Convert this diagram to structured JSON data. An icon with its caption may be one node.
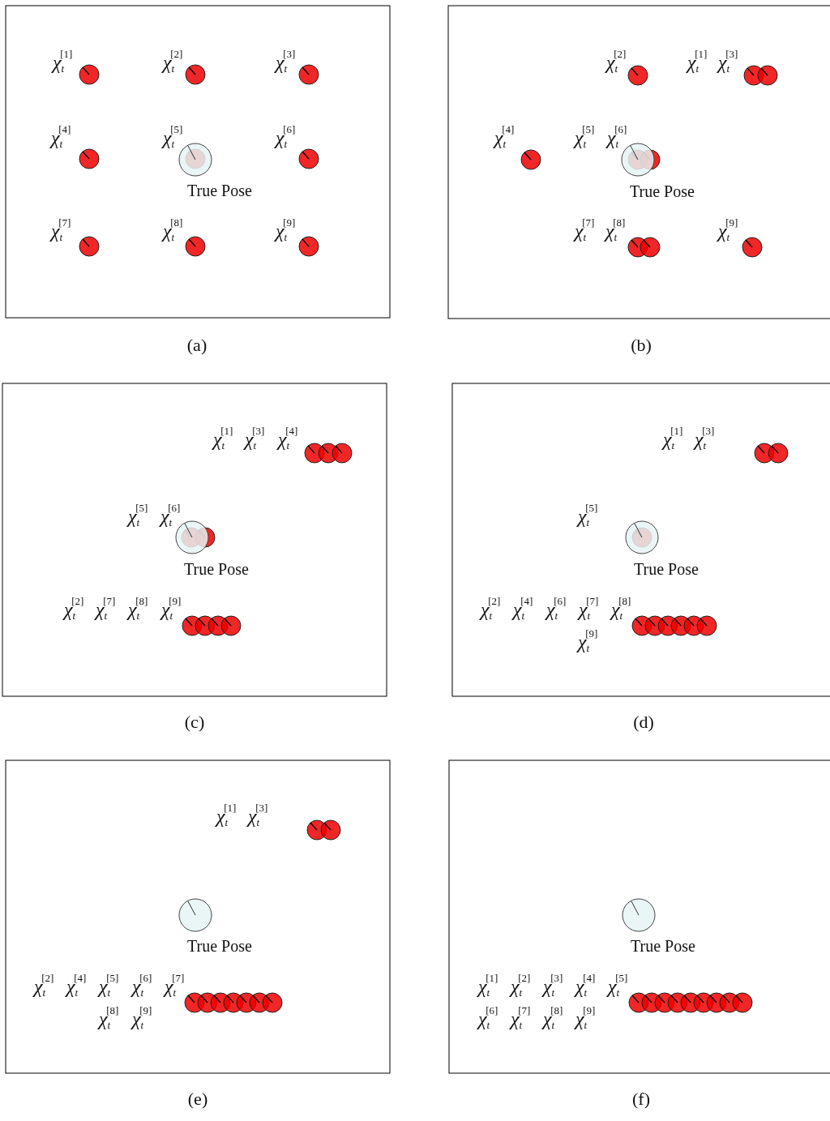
{
  "diagram": {
    "labels": [
      "χ$_{t}$$^{[1]}$",
      "χ$_{t}$$^{[2]}$",
      "χ$_{t}$$^{[3]}$",
      "χ$_{t}$$^{[4]}$",
      "χ$_{t}$$^{[5]}$",
      "χ$_{t}$$^{[6]}$",
      "True Pose",
      "χ$_{t}$$^{[7]}$",
      "χ$_{t}$$^{[8]}$",
      "χ$_{t}$$^{[9]}$",
      "(a)",
      "χ$_{t}$$^{[2]}$",
      "χ$_{t}$$^{[1]}$",
      "χ$_{t}$$^{[3]}$",
      "χ$_{t}$$^{[4]}$",
      "χ$_{t}$$^{[5]}$",
      "χ$_{t}$$^{[6]}$",
      "True Pose",
      "χ$_{t}$$^{[7]}$",
      "χ$_{t}$$^{[8]}$",
      "χ$_{t}$$^{[9]}$",
      "(b)",
      "χ$_{t}$$^{[1]}$",
      "χ$_{t}$$^{[3]}$",
      "χ$_{t}$$^{[4]}$",
      "χ$_{t}$$^{[5]}$",
      "χ$_{t}$$^{[6]}$",
      "True Pose",
      "χ$_{t}$$^{[2]}$",
      "χ$_{t}$$^{[7]}$",
      "χ$_{t}$$^{[8]}$",
      "χ$_{t}$$^{[9]}$",
      "(c)",
      "χ$_{t}$$^{[1]}$",
      "χ$_{t}$$^{[3]}$",
      "χ$_{t}$$^{[5]}$",
      "True Pose",
      "χ$_{t}$$^{[2]}$",
      "χ$_{t}$$^{[4]}$",
      "χ$_{t}$$^{[6]}$",
      "χ$_{t}$$^{[7]}$",
      "χ$_{t}$$^{[8]}$",
      "χ$_{t}$$^{[9]}$",
      "(d)",
      "χ$_{t}$$^{[1]}$",
      "χ$_{t}$$^{[3]}$",
      "True Pose",
      "χ$_{t}$$^{[2]}$",
      "χ$_{t}$$^{[4]}$",
      "χ$_{t}$$^{[5]}$",
      "χ$_{t}$$^{[6]}$",
      "χ$_{t}$$^{[7]}$",
      "χ$_{t}$$^{[8]}$",
      "χ$_{t}$$^{[9]}$",
      "(e)",
      "True Pose",
      "χ$_{t}$$^{[1]}$",
      "χ$_{t}$$^{[2]}$",
      "χ$_{t}$$^{[3]}$",
      "χ$_{t}$$^{[4]}$",
      "χ$_{t}$$^{[5]}$",
      "χ$_{t}$$^{[6]}$",
      "χ$_{t}$$^{[7]}$",
      "χ$_{t}$$^{[8]}$",
      "χ$_{t}$$^{[9]}$",
      "(f)"
    ]
  }
}
